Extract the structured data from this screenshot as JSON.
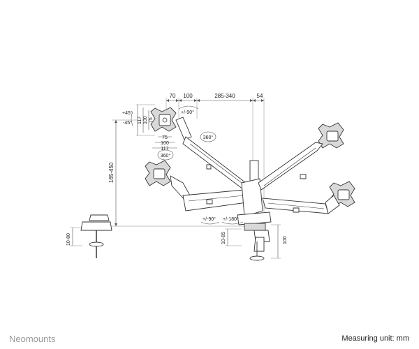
{
  "brand": "Neomounts",
  "measuring_unit": "Measuring unit: mm",
  "dimensions": {
    "d70": "70",
    "d100_top": "100",
    "d285_340": "285-340",
    "d54": "54",
    "tilt_up": "+45°",
    "tilt_down": "-45°",
    "v117": "117",
    "v100": "100",
    "v75": "75",
    "h75": "75",
    "h100": "100",
    "h117": "117",
    "rot_screen": "+/-90°",
    "rot360_a": "360°",
    "rot360_b": "360°",
    "height_range": "165-450",
    "clamp_grommet": "10-80",
    "clamp_range": "10-85",
    "base_height": "100",
    "rot_arm": "+/-90°",
    "rot_base": "+/-180°"
  }
}
